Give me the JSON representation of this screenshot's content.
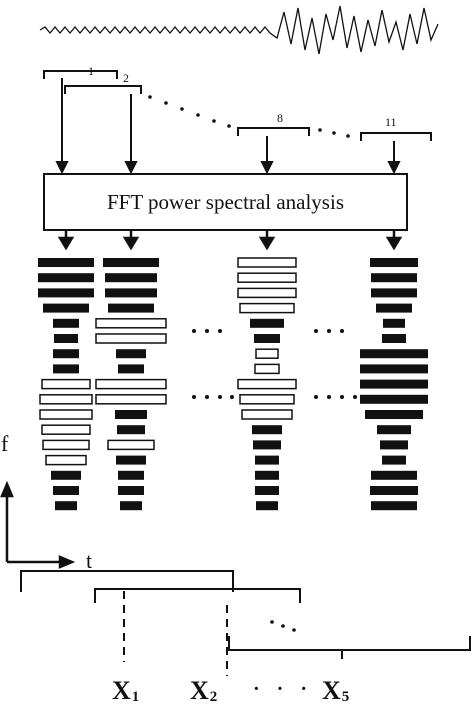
{
  "diagram": {
    "fft_label": "FFT  power  spectral analysis",
    "segment_labels": [
      "1",
      "2",
      "8",
      "11"
    ],
    "axis_f": "f",
    "axis_t": "t",
    "features": [
      {
        "letter": "X",
        "sub": "1"
      },
      {
        "letter": "X",
        "sub": "2"
      },
      {
        "letter": "X",
        "sub": "5"
      }
    ],
    "ellipsis": "· · ·",
    "spectra": [
      {
        "bands": [
          "S",
          "S",
          "S",
          "S",
          "S",
          "S",
          "S",
          "S",
          "H",
          "H",
          "H",
          "H",
          "H",
          "H",
          "S",
          "S",
          "S"
        ]
      },
      {
        "bands": [
          "S",
          "S",
          "S",
          "S",
          "H",
          "H",
          "S",
          "S",
          "H",
          "H",
          "S",
          "S",
          "H",
          "S",
          "S",
          "S",
          "S"
        ]
      },
      {
        "bands": [
          "H",
          "H",
          "H",
          "H",
          "S",
          "S",
          "H",
          "H",
          "H",
          "H",
          "H",
          "S",
          "S",
          "S",
          "S",
          "S",
          "S"
        ]
      },
      {
        "bands": [
          "S",
          "S",
          "S",
          "S",
          "S",
          "S",
          "S",
          "S",
          "S",
          "S",
          "S",
          "S",
          "S",
          "S",
          "S",
          "S",
          "S"
        ]
      }
    ]
  }
}
